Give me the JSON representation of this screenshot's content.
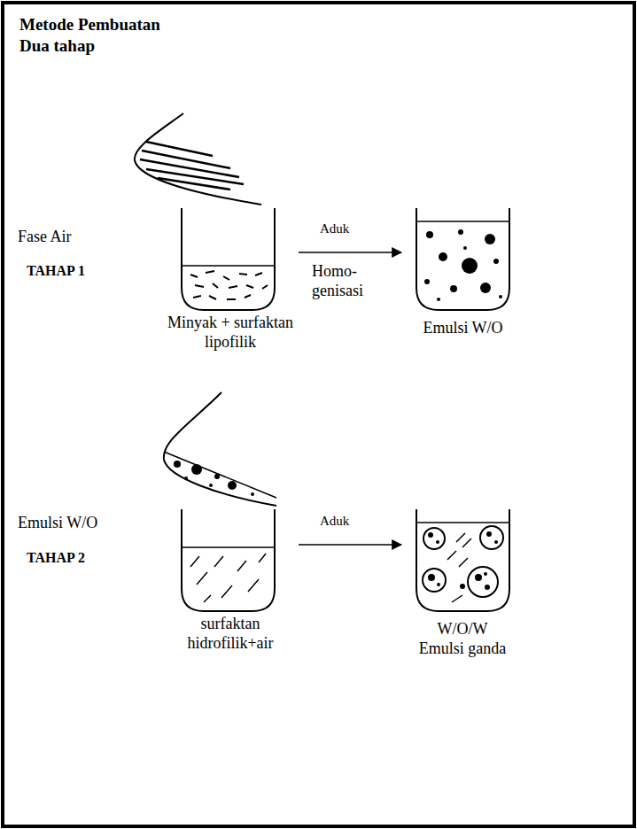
{
  "diagram": {
    "title": "Metode Pembuatan Dua tahap",
    "nodes": [
      {
        "text": [
          "Fase Air"
        ]
      },
      {
        "text": [
          "Minyak + surfaktan lipofilik"
        ]
      },
      {
        "text": [
          "Emulsi W/O"
        ]
      },
      {
        "text": [
          "Emulsi W/O"
        ]
      },
      {
        "text": [
          "surfaktan hidrofilik+air"
        ]
      },
      {
        "text": [
          "W/O/W Emulsi ganda"
        ]
      }
    ],
    "edges": [
      {
        "from": 1,
        "to": 2,
        "label": "Aduk",
        "arrow": "to"
      },
      {
        "from": 4,
        "to": 5,
        "label": "Aduk",
        "arrow": "to"
      }
    ],
    "labels": [
      "TAHAP 1",
      "Homo- genisasi",
      "TAHAP 2"
    ]
  }
}
